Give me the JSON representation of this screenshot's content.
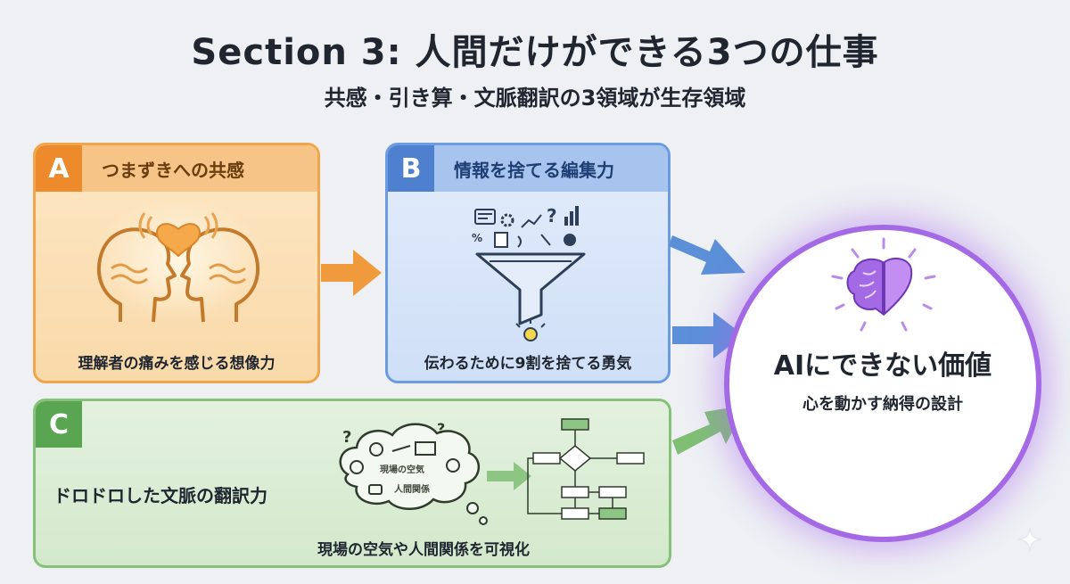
{
  "header": {
    "title": "Section 3: 人間だけができる3つの仕事",
    "subtitle": "共感・引き算・文脈翻訳の3領域が生存領域"
  },
  "cards": [
    {
      "letter": "A",
      "heading": "つまずきへの共感",
      "caption": "理解者の痛みを感じる想像力",
      "icon": "empathy-heads-heart-icon",
      "color": "#ec8a2c"
    },
    {
      "letter": "B",
      "heading": "情報を捨てる編集力",
      "caption": "伝わるために9割を捨てる勇気",
      "icon": "information-funnel-icon",
      "color": "#4f7fcf"
    },
    {
      "letter": "C",
      "heading": "ドロドロした文脈の翻訳力",
      "caption": "現場の空気や人間関係を可視化",
      "icon": "context-cloud-to-flowchart-icon",
      "color": "#5aa552",
      "cloud_text_1": "現場の空気",
      "cloud_text_2": "人間関係"
    }
  ],
  "result": {
    "title": "AIにできない価値",
    "subtitle": "心を動かす納得の設計",
    "icon": "brain-heart-icon",
    "color": "#a46ae6"
  }
}
